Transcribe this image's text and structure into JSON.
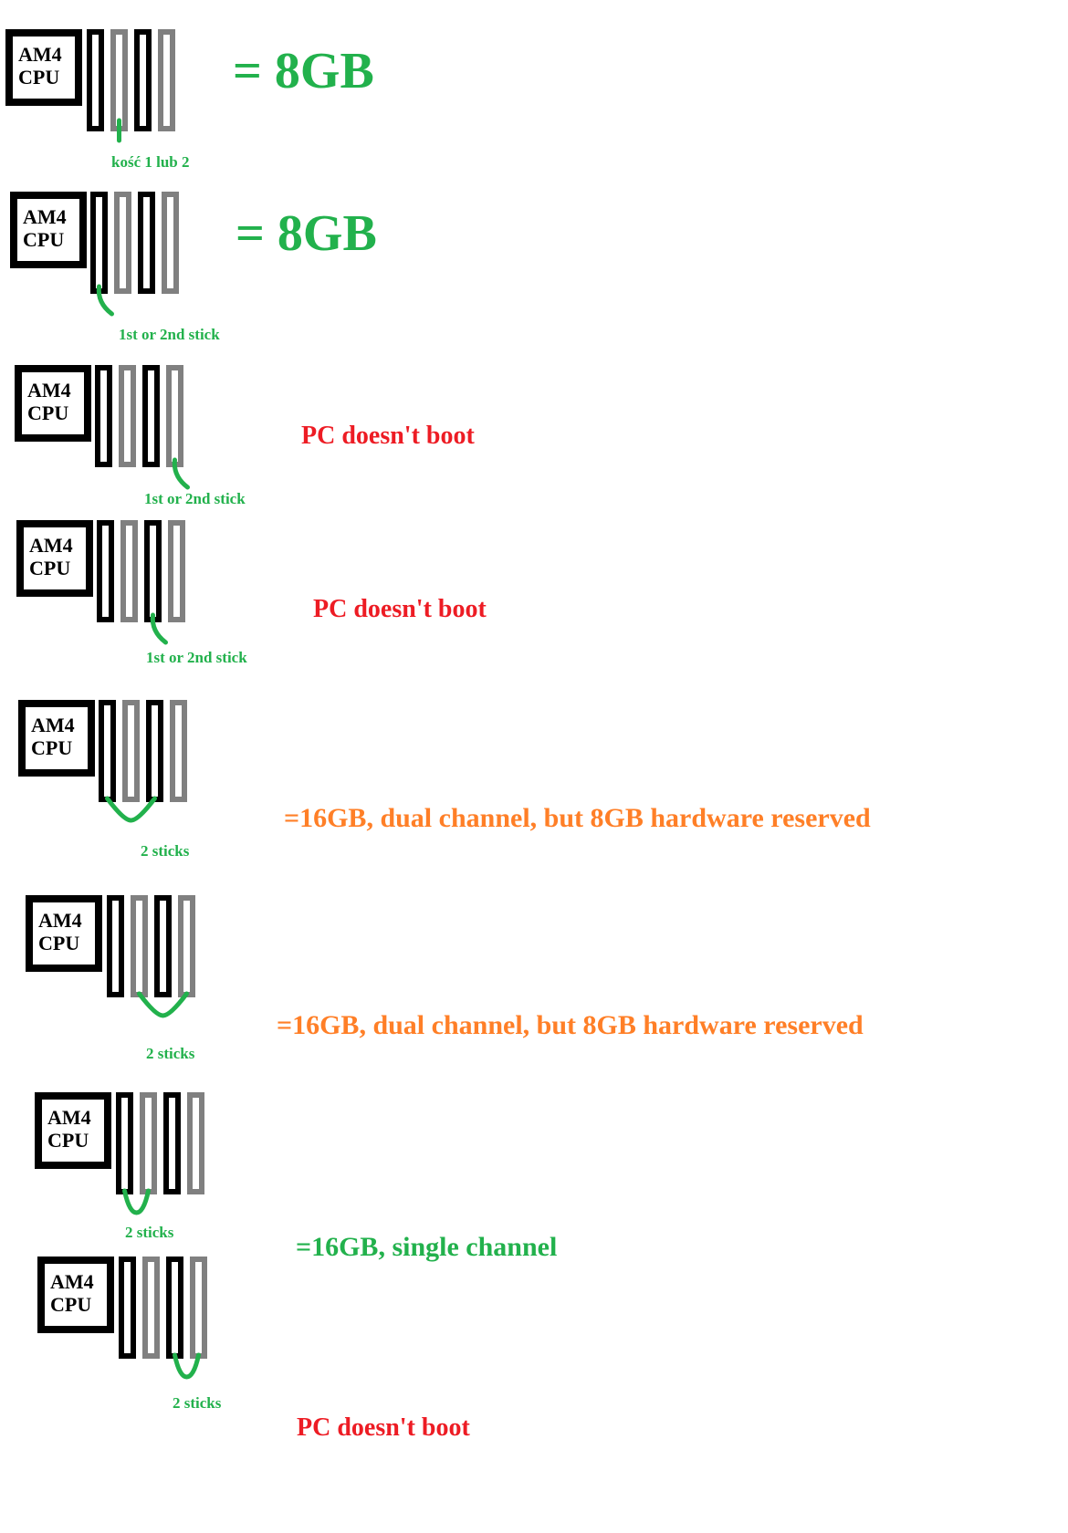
{
  "colors": {
    "good": "#22b14c",
    "bad": "#ed1c24",
    "warn": "#ff7f27",
    "slot_black": "#000000",
    "slot_gray": "#808080"
  },
  "configs": [
    {
      "cpu_line1": "AM4",
      "cpu_line2": "CPU",
      "slots": [
        "black",
        "gray",
        "black",
        "gray"
      ],
      "populated": [
        2
      ],
      "label": "kość 1 lub 2",
      "result": "= 8GB",
      "result_kind": "good"
    },
    {
      "cpu_line1": "AM4",
      "cpu_line2": "CPU",
      "slots": [
        "black",
        "gray",
        "black",
        "gray"
      ],
      "populated": [
        1
      ],
      "label": "1st or 2nd stick",
      "result": "= 8GB",
      "result_kind": "good"
    },
    {
      "cpu_line1": "AM4",
      "cpu_line2": "CPU",
      "slots": [
        "black",
        "gray",
        "black",
        "gray"
      ],
      "populated": [
        4
      ],
      "label": "1st or 2nd stick",
      "result": "PC doesn't boot",
      "result_kind": "bad"
    },
    {
      "cpu_line1": "AM4",
      "cpu_line2": "CPU",
      "slots": [
        "black",
        "gray",
        "black",
        "gray"
      ],
      "populated": [
        3
      ],
      "label": "1st or 2nd stick",
      "result": "PC doesn't boot",
      "result_kind": "bad"
    },
    {
      "cpu_line1": "AM4",
      "cpu_line2": "CPU",
      "slots": [
        "black",
        "gray",
        "black",
        "gray"
      ],
      "populated": [
        1,
        3
      ],
      "label": "2 sticks",
      "result": "=16GB, dual channel,  but 8GB hardware reserved",
      "result_kind": "warn"
    },
    {
      "cpu_line1": "AM4",
      "cpu_line2": "CPU",
      "slots": [
        "black",
        "gray",
        "black",
        "gray"
      ],
      "populated": [
        2,
        4
      ],
      "label": "2 sticks",
      "result": "=16GB, dual channel,  but 8GB hardware reserved",
      "result_kind": "warn"
    },
    {
      "cpu_line1": "AM4",
      "cpu_line2": "CPU",
      "slots": [
        "black",
        "gray",
        "black",
        "gray"
      ],
      "populated": [
        1,
        2
      ],
      "label": "2 sticks",
      "result": "=16GB, single channel",
      "result_kind": "good"
    },
    {
      "cpu_line1": "AM4",
      "cpu_line2": "CPU",
      "slots": [
        "black",
        "gray",
        "black",
        "gray"
      ],
      "populated": [
        3,
        4
      ],
      "label": "2 sticks",
      "result": "PC doesn't boot",
      "result_kind": "bad"
    }
  ]
}
